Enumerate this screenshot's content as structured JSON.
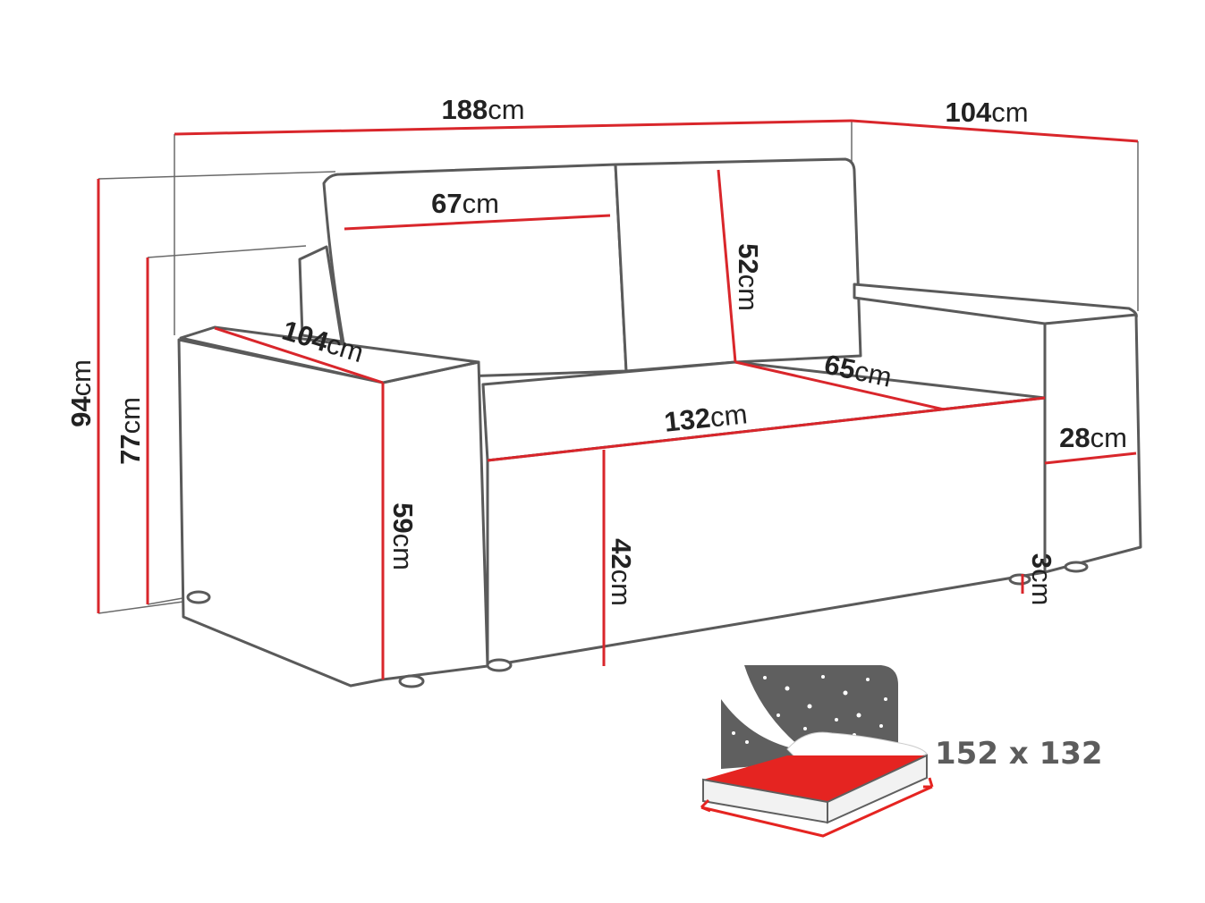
{
  "dimensions": {
    "total_width": {
      "value": "188",
      "unit": "cm"
    },
    "total_depth": {
      "value": "104",
      "unit": "cm"
    },
    "cushion_width": {
      "value": "67",
      "unit": "cm"
    },
    "cushion_height": {
      "value": "52",
      "unit": "cm"
    },
    "armrest_depth": {
      "value": "104",
      "unit": "cm"
    },
    "seat_depth": {
      "value": "65",
      "unit": "cm"
    },
    "seat_width": {
      "value": "132",
      "unit": "cm"
    },
    "armrest_width": {
      "value": "28",
      "unit": "cm"
    },
    "armrest_height": {
      "value": "59",
      "unit": "cm"
    },
    "seat_height": {
      "value": "42",
      "unit": "cm"
    },
    "leg_height": {
      "value": "3",
      "unit": "cm"
    },
    "total_height": {
      "value": "94",
      "unit": "cm"
    },
    "backrest_height": {
      "value": "77",
      "unit": "cm"
    }
  },
  "sleeping_area": {
    "label": "152 x 132",
    "icon": "bed-night-icon"
  },
  "colors": {
    "dimension_line": "#d9262b",
    "outline": "#5a5a5a",
    "bed_sheet": "#e52421",
    "night_sky": "#5f5f5f"
  }
}
